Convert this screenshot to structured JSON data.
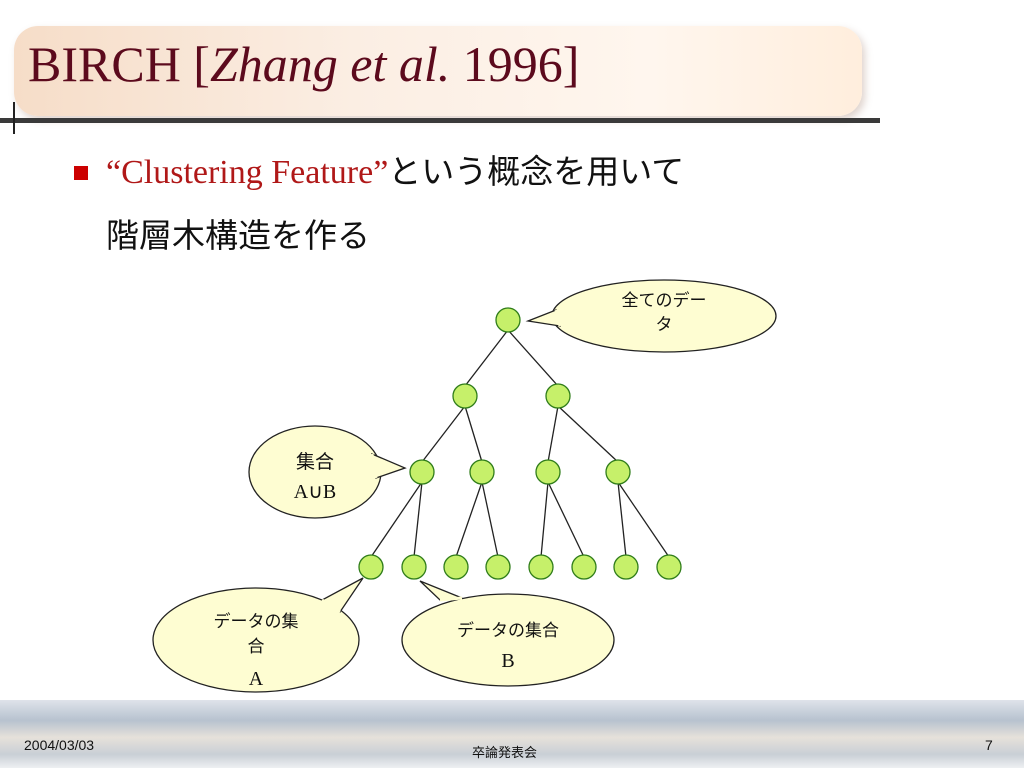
{
  "slide": {
    "title_main": "BIRCH [",
    "title_italic": "Zhang et al.",
    "title_year": " 1996]",
    "bullet_quote": "“Clustering Feature”",
    "bullet_line1_rest": "という概念を用いて",
    "bullet_line2": "階層木構造を作る",
    "colors": {
      "title_text": "#5c0a1d",
      "bullet_square": "#cc0000",
      "bullet_quote": "#b01818",
      "node_fill": "#c6f06a",
      "node_stroke": "#2f7d1a",
      "callout_fill": "#fefdd2"
    }
  },
  "diagram": {
    "nodes": [
      {
        "id": "root",
        "level": 0
      },
      {
        "id": "n1",
        "level": 1
      },
      {
        "id": "n2",
        "level": 1
      },
      {
        "id": "n11",
        "level": 2
      },
      {
        "id": "n12",
        "level": 2
      },
      {
        "id": "n21",
        "level": 2
      },
      {
        "id": "n22",
        "level": 2
      },
      {
        "id": "l1",
        "level": 3
      },
      {
        "id": "l2",
        "level": 3
      },
      {
        "id": "l3",
        "level": 3
      },
      {
        "id": "l4",
        "level": 3
      },
      {
        "id": "l5",
        "level": 3
      },
      {
        "id": "l6",
        "level": 3
      },
      {
        "id": "l7",
        "level": 3
      },
      {
        "id": "l8",
        "level": 3
      }
    ],
    "edges": [
      [
        "root",
        "n1"
      ],
      [
        "root",
        "n2"
      ],
      [
        "n1",
        "n11"
      ],
      [
        "n1",
        "n12"
      ],
      [
        "n2",
        "n21"
      ],
      [
        "n2",
        "n22"
      ],
      [
        "n11",
        "l1"
      ],
      [
        "n11",
        "l2"
      ],
      [
        "n12",
        "l3"
      ],
      [
        "n12",
        "l4"
      ],
      [
        "n21",
        "l5"
      ],
      [
        "n21",
        "l6"
      ],
      [
        "n22",
        "l7"
      ],
      [
        "n22",
        "l8"
      ]
    ],
    "callouts": [
      {
        "id": "all",
        "lines": [
          "全てのデー",
          "タ"
        ],
        "target": "root"
      },
      {
        "id": "union",
        "lines": [
          "集合",
          "A∪B"
        ],
        "target": "n11"
      },
      {
        "id": "setA",
        "lines": [
          "データの集",
          "合",
          "A"
        ],
        "target": "l1"
      },
      {
        "id": "setB",
        "lines": [
          "データの集合",
          "B"
        ],
        "target": "l2"
      }
    ]
  },
  "footer": {
    "date": "2004/03/03",
    "event": "卒論発表会",
    "page": "7"
  }
}
